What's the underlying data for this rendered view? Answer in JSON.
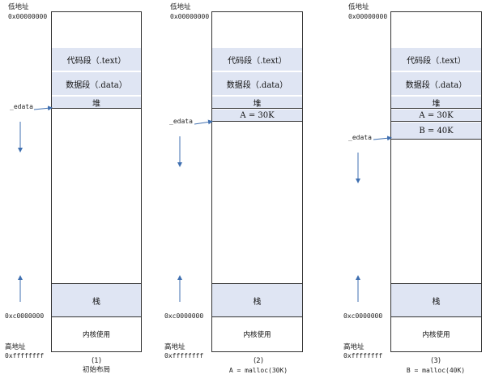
{
  "labels": {
    "low_addr": "低地址",
    "low_hex": "0x00000000",
    "edata": "_edata",
    "kernel_start": "0xc0000000",
    "high_addr": "高地址",
    "high_hex": "0xffffffff"
  },
  "segments": {
    "text": "代码段（.text）",
    "data": "数据段（.data）",
    "heap": "堆",
    "alloc_a": "A = 30K",
    "alloc_b": "B = 40K",
    "stack": "栈",
    "kernel": "内核使用"
  },
  "panels": [
    {
      "number": "(1)",
      "caption": "初始布局"
    },
    {
      "number": "(2)",
      "caption": "A = malloc(30K)"
    },
    {
      "number": "(3)",
      "caption": "B = malloc(40K)"
    }
  ],
  "colors": {
    "segment_fill": "#dfe5f3",
    "arrow": "#3f6fb0",
    "border": "#333333"
  }
}
